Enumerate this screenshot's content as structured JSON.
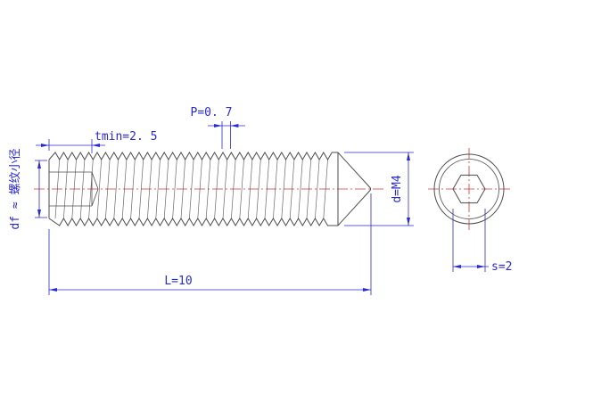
{
  "drawing": {
    "colors": {
      "dimension": "#2a2ad2",
      "outline": "#4d4d4d",
      "centerline": "#d03a32",
      "background": "#ffffff"
    },
    "side_view": {
      "labels": {
        "socket_depth": "tmin=2. 5",
        "pitch": "P=0. 7",
        "thread_diameter": "d=M4",
        "length": "L=10",
        "minor_diameter_note": "df ≈ 螺纹小径"
      }
    },
    "end_view": {
      "labels": {
        "hex_width": "s=2"
      }
    }
  }
}
